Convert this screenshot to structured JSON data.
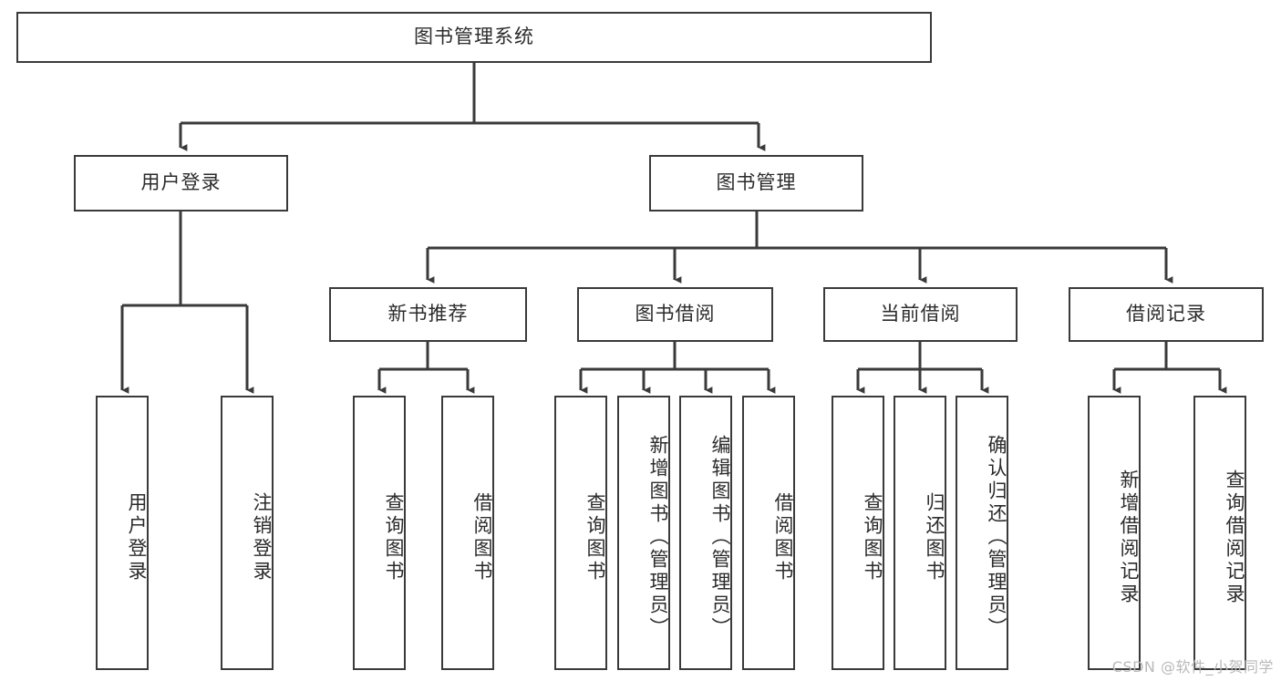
{
  "diagram": {
    "title": "图书管理系统",
    "type": "tree-hierarchy-chart",
    "line_color": "#3a3a3a",
    "box_fill": "#ffffff",
    "text_color": "#2b2b2b",
    "watermark": "CSDN @软件_小贺同学"
  },
  "nodes": {
    "root": {
      "label": "图书管理系统"
    },
    "level2": [
      {
        "id": "user-login",
        "label": "用户登录"
      },
      {
        "id": "book-manage",
        "label": "图书管理"
      }
    ],
    "level3": [
      {
        "id": "new-book-recommend",
        "label": "新书推荐"
      },
      {
        "id": "book-borrow",
        "label": "图书借阅"
      },
      {
        "id": "current-borrow",
        "label": "当前借阅"
      },
      {
        "id": "borrow-record",
        "label": "借阅记录"
      }
    ],
    "leaves": {
      "user_login": [
        {
          "id": "leaf-user-login",
          "label": "用户登录"
        },
        {
          "id": "leaf-logout-login",
          "label": "注销登录"
        }
      ],
      "new_book_recommend": [
        {
          "id": "leaf-query-book-1",
          "label": "查询图书"
        },
        {
          "id": "leaf-borrow-book-1",
          "label": "借阅图书"
        }
      ],
      "book_borrow": [
        {
          "id": "leaf-query-book-2",
          "label": "查询图书"
        },
        {
          "id": "leaf-add-book",
          "label": "新增图书（管理员）"
        },
        {
          "id": "leaf-edit-book",
          "label": "编辑图书（管理员）"
        },
        {
          "id": "leaf-borrow-book-2",
          "label": "借阅图书"
        }
      ],
      "current_borrow": [
        {
          "id": "leaf-query-book-3",
          "label": "查询图书"
        },
        {
          "id": "leaf-return-book",
          "label": "归还图书"
        },
        {
          "id": "leaf-confirm-return",
          "label": "确认归还（管理员）"
        }
      ],
      "borrow_record": [
        {
          "id": "leaf-add-record",
          "label": "新增借阅记录"
        },
        {
          "id": "leaf-query-record",
          "label": "查询借阅记录"
        }
      ]
    }
  },
  "chart_data": {
    "type": "tree",
    "title": "图书管理系统",
    "root": "图书管理系统",
    "edges": [
      [
        "图书管理系统",
        "用户登录"
      ],
      [
        "图书管理系统",
        "图书管理"
      ],
      [
        "用户登录",
        "用户登录"
      ],
      [
        "用户登录",
        "注销登录"
      ],
      [
        "图书管理",
        "新书推荐"
      ],
      [
        "图书管理",
        "图书借阅"
      ],
      [
        "图书管理",
        "当前借阅"
      ],
      [
        "图书管理",
        "借阅记录"
      ],
      [
        "新书推荐",
        "查询图书"
      ],
      [
        "新书推荐",
        "借阅图书"
      ],
      [
        "图书借阅",
        "查询图书"
      ],
      [
        "图书借阅",
        "新增图书（管理员）"
      ],
      [
        "图书借阅",
        "编辑图书（管理员）"
      ],
      [
        "图书借阅",
        "借阅图书"
      ],
      [
        "当前借阅",
        "查询图书"
      ],
      [
        "当前借阅",
        "归还图书"
      ],
      [
        "当前借阅",
        "确认归还（管理员）"
      ],
      [
        "借阅记录",
        "新增借阅记录"
      ],
      [
        "借阅记录",
        "查询借阅记录"
      ]
    ],
    "depth": 4,
    "leaf_count": 13
  }
}
